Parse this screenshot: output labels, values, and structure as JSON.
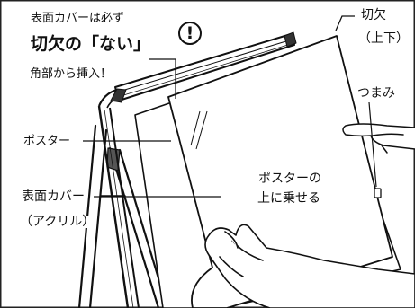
{
  "labels": {
    "top_line1": "表面カバーは必ず",
    "top_line2": "切欠の「ない」",
    "top_line3": "角部から挿入！",
    "warning_mark": "!",
    "notch": "切欠",
    "notch_sub": "（上下）",
    "knob": "つまみ",
    "poster": "ポスター",
    "cover_line1": "表面カバー",
    "cover_line2": "（アクリル）",
    "center_line1": "ポスターの",
    "center_line2": "上に乗せる"
  },
  "colors": {
    "ink": "#111111",
    "border": "#222222",
    "paper": "#ffffff"
  }
}
